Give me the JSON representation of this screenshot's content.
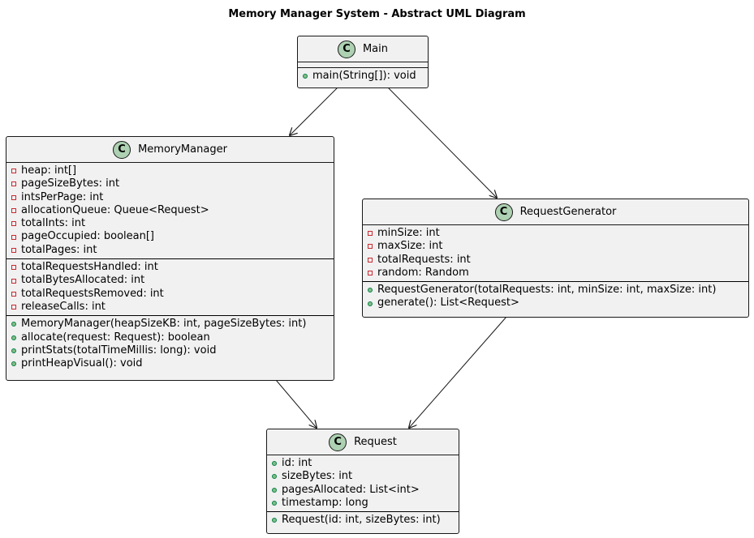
{
  "diagram": {
    "title": "Memory Manager System - Abstract UML Diagram",
    "class_icon_letter": "C",
    "classes": {
      "main": {
        "name": "Main",
        "fields": [],
        "methods": [
          {
            "vis": "public",
            "text": "main(String[]): void"
          }
        ]
      },
      "memory_manager": {
        "name": "MemoryManager",
        "fields": [
          {
            "vis": "private",
            "text": "heap: int[]"
          },
          {
            "vis": "private",
            "text": "pageSizeBytes: int"
          },
          {
            "vis": "private",
            "text": "intsPerPage: int"
          },
          {
            "vis": "private",
            "text": "allocationQueue: Queue<Request>"
          },
          {
            "vis": "private",
            "text": "totalInts: int"
          },
          {
            "vis": "private",
            "text": "pageOccupied: boolean[]"
          },
          {
            "vis": "private",
            "text": "totalPages: int"
          }
        ],
        "fields2": [
          {
            "vis": "private",
            "text": "totalRequestsHandled: int"
          },
          {
            "vis": "private",
            "text": "totalBytesAllocated: int"
          },
          {
            "vis": "private",
            "text": "totalRequestsRemoved: int"
          },
          {
            "vis": "private",
            "text": "releaseCalls: int"
          }
        ],
        "methods": [
          {
            "vis": "public",
            "text": "MemoryManager(heapSizeKB: int, pageSizeBytes: int)"
          },
          {
            "vis": "public",
            "text": "allocate(request: Request): boolean"
          },
          {
            "vis": "public",
            "text": "printStats(totalTimeMillis: long): void"
          },
          {
            "vis": "public",
            "text": "printHeapVisual(): void"
          }
        ]
      },
      "request_generator": {
        "name": "RequestGenerator",
        "fields": [
          {
            "vis": "private",
            "text": "minSize: int"
          },
          {
            "vis": "private",
            "text": "maxSize: int"
          },
          {
            "vis": "private",
            "text": "totalRequests: int"
          },
          {
            "vis": "private",
            "text": "random: Random"
          }
        ],
        "methods": [
          {
            "vis": "public",
            "text": "RequestGenerator(totalRequests: int, minSize: int, maxSize: int)"
          },
          {
            "vis": "public",
            "text": "generate(): List<Request>"
          }
        ]
      },
      "request": {
        "name": "Request",
        "fields": [
          {
            "vis": "public",
            "text": "id: int"
          },
          {
            "vis": "public",
            "text": "sizeBytes: int"
          },
          {
            "vis": "public",
            "text": "pagesAllocated: List<int>"
          },
          {
            "vis": "public",
            "text": "timestamp: long"
          }
        ],
        "methods": [
          {
            "vis": "public",
            "text": "Request(id: int, sizeBytes: int)"
          }
        ]
      }
    },
    "relations": [
      {
        "from": "Main",
        "to": "MemoryManager"
      },
      {
        "from": "Main",
        "to": "RequestGenerator"
      },
      {
        "from": "MemoryManager",
        "to": "Request"
      },
      {
        "from": "RequestGenerator",
        "to": "Request"
      }
    ],
    "colors": {
      "class_fill": "#f1f1f1",
      "border": "#181818",
      "class_icon": "#add1b2",
      "private_marker": "#c82930",
      "public_marker": "#84be84"
    }
  }
}
